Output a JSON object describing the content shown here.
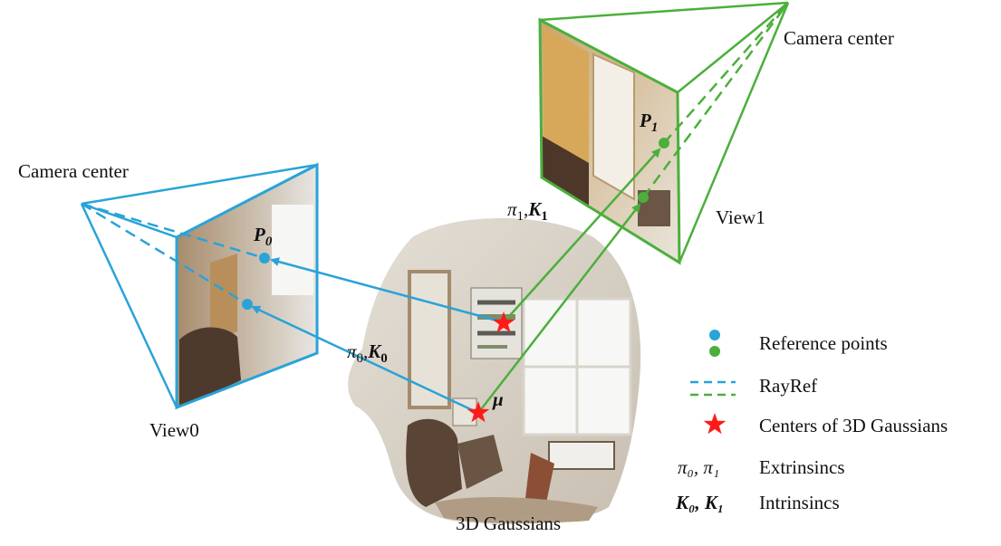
{
  "diagram": {
    "camera_center_left": "Camera center",
    "camera_center_right": "Camera center",
    "view0_label": "View0",
    "view1_label": "View1",
    "gaussians_label": "3D Gaussians",
    "p0_label": "P",
    "p0_sub": "0",
    "p1_label": "P",
    "p1_sub": "1",
    "mu_label": "μ",
    "proj0_pi": "π",
    "proj0_pi_sub": "0",
    "proj0_sep": ",",
    "proj0_k": "K",
    "proj0_k_sub": "0",
    "proj1_pi": "π",
    "proj1_pi_sub": "1",
    "proj1_sep": ",",
    "proj1_k": "K",
    "proj1_k_sub": "1"
  },
  "legend": {
    "reference_points": "Reference points",
    "rayref": "RayRef",
    "centers": "Centers of 3D Gaussians",
    "extrinsics_symbol": "π₀, π₁",
    "extrinsics": "Extrinsincs",
    "intrinsics_symbol": "K₀, K₁",
    "intrinsics": "Intrinsincs"
  },
  "colors": {
    "blue": "#29a3d8",
    "green": "#4caf3c",
    "star": "#ff1a1a",
    "wall": "#cfc8bd",
    "sofa": "#5a4436",
    "floor": "#b09c84"
  }
}
